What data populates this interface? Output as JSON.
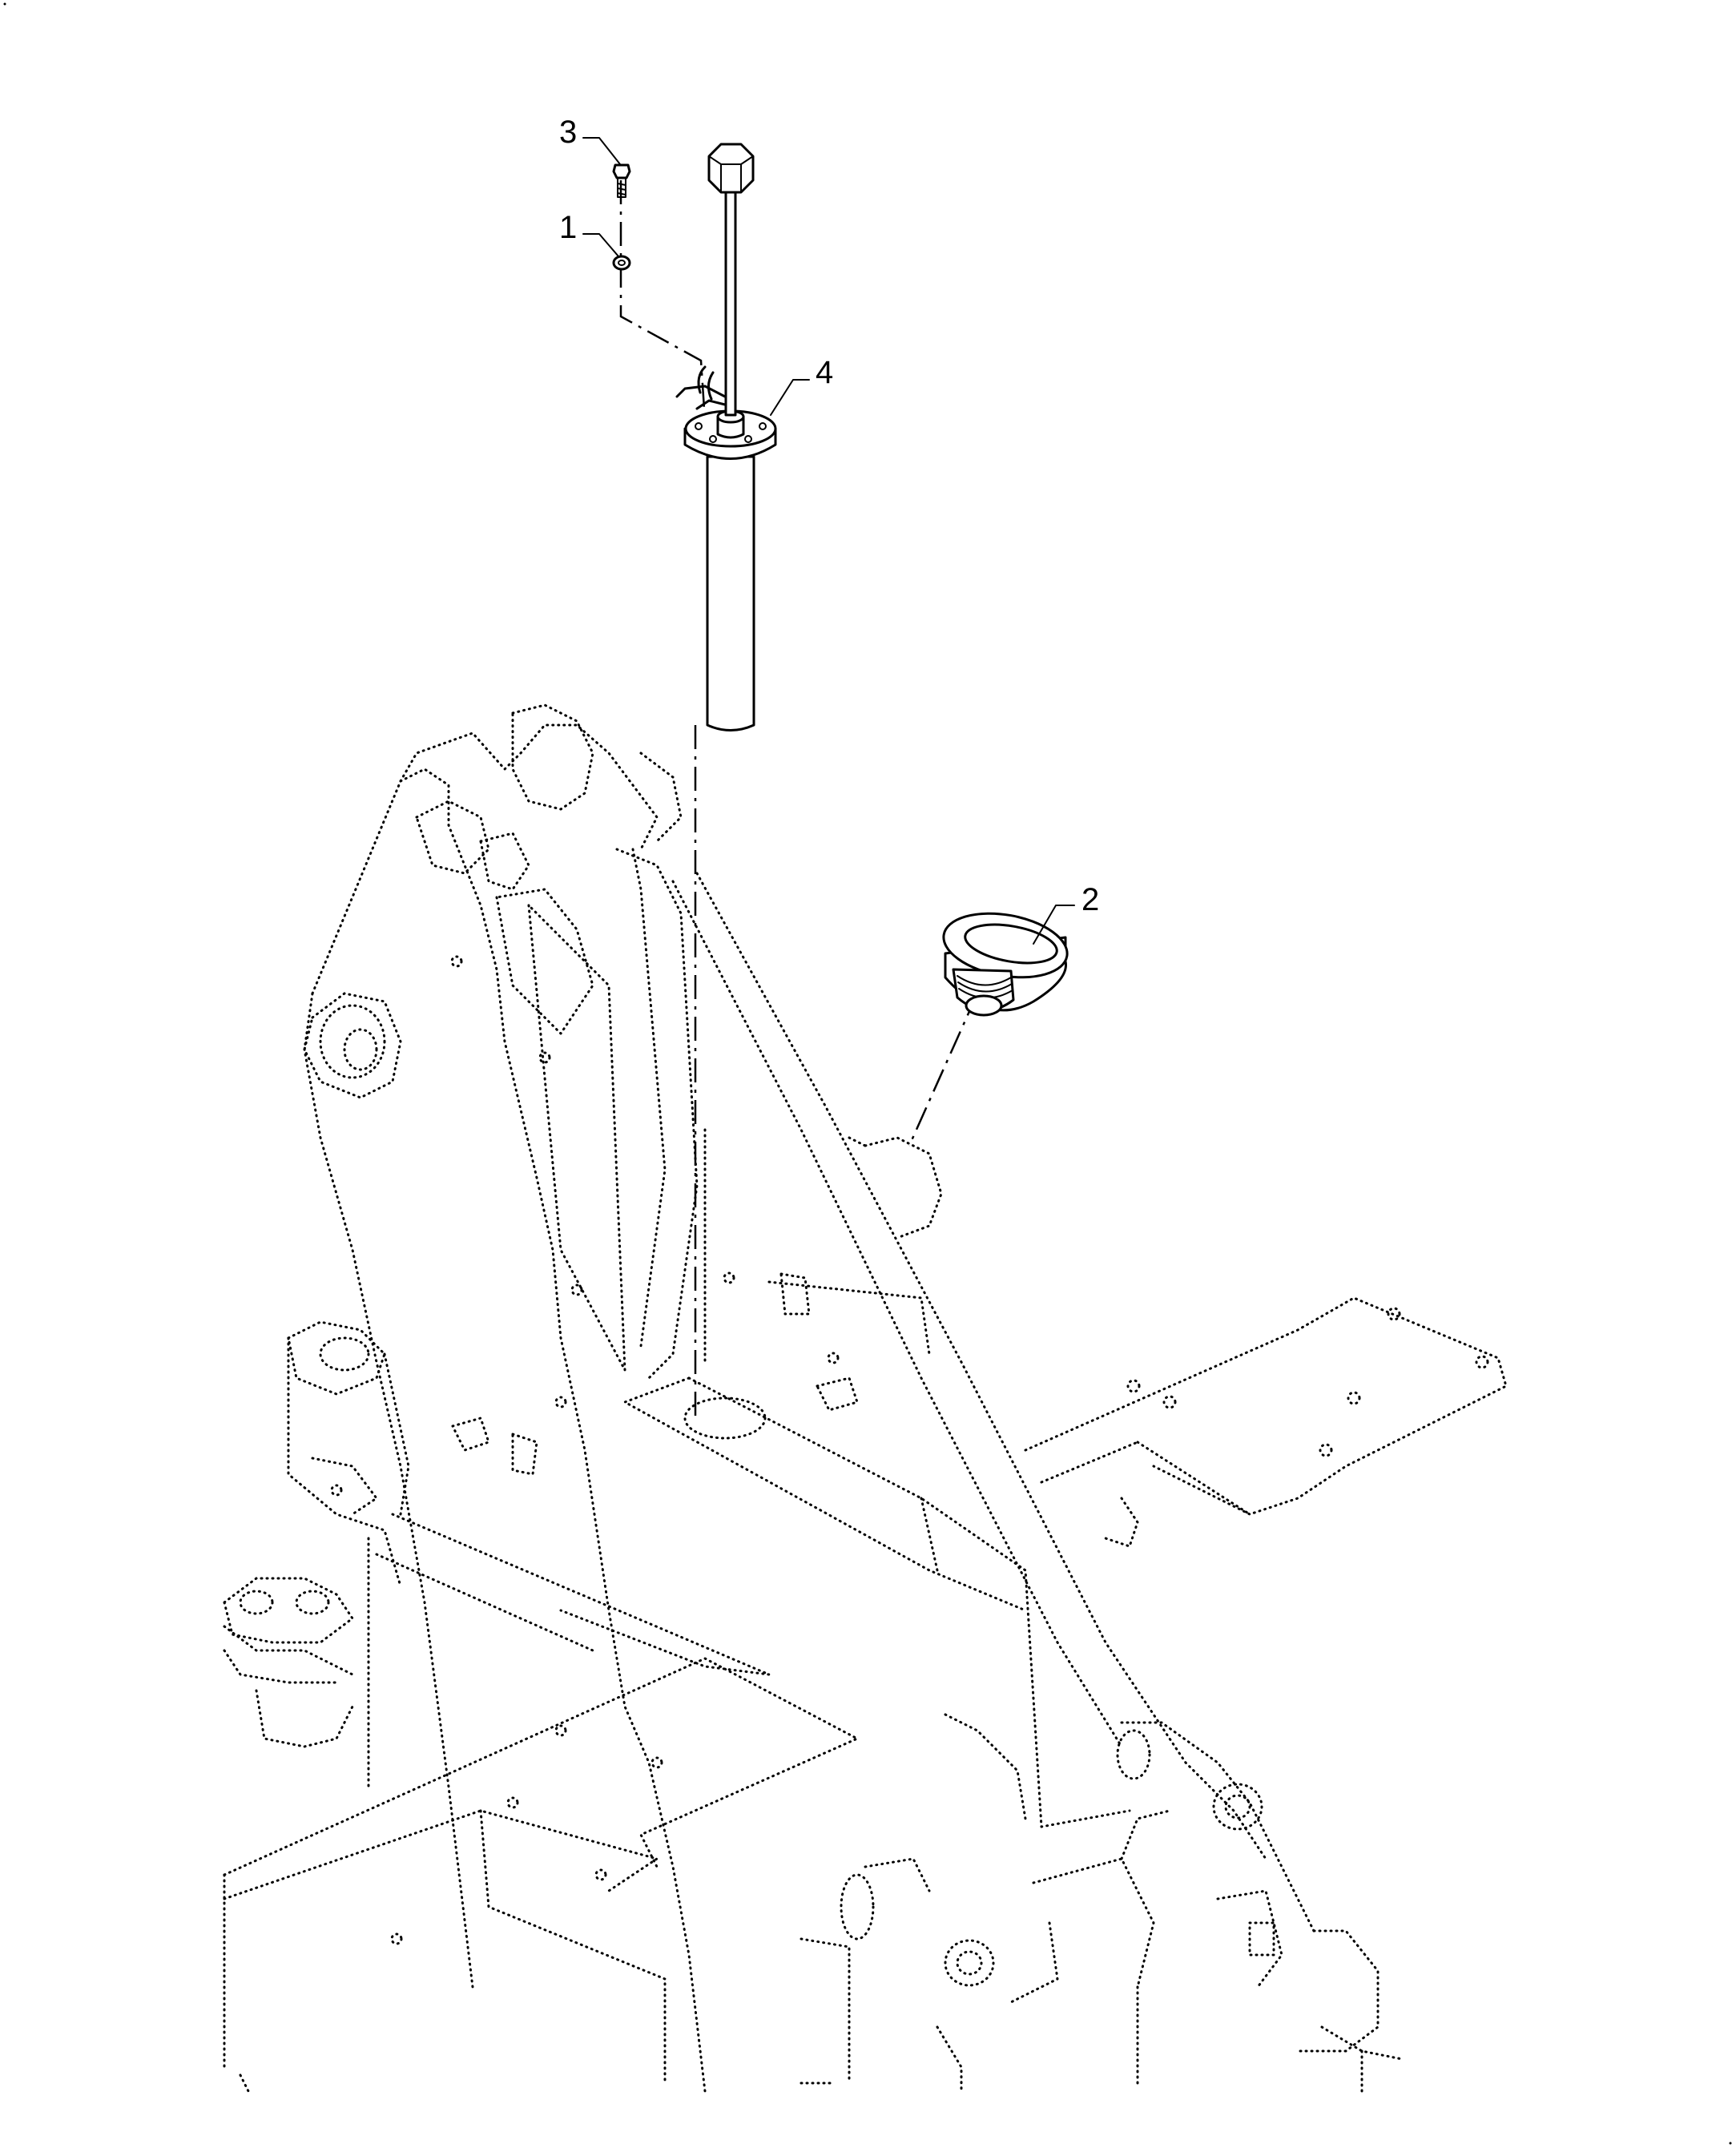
{
  "callouts": [
    {
      "label": "1"
    },
    {
      "label": "2"
    },
    {
      "label": "3"
    },
    {
      "label": "4"
    }
  ],
  "colors": {
    "line": "#000000",
    "background": "#ffffff"
  }
}
